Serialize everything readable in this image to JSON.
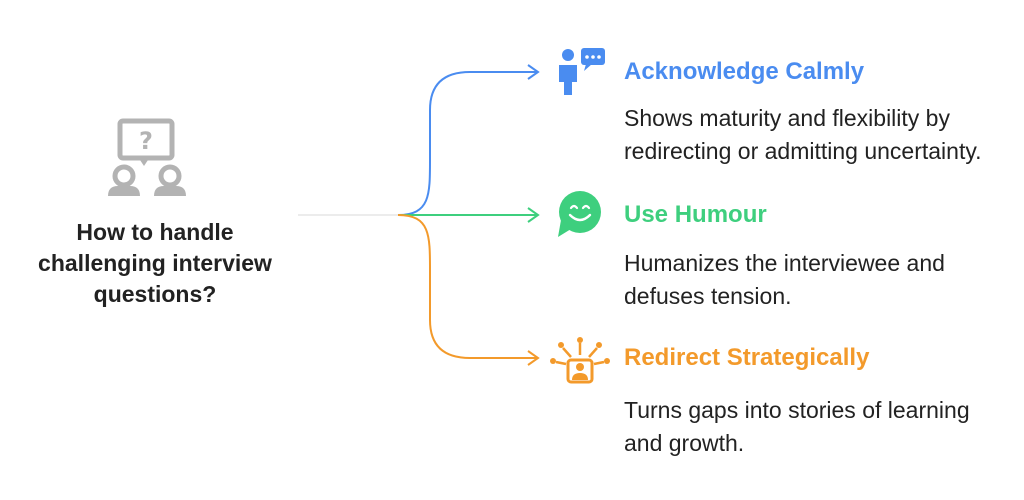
{
  "central": {
    "question": "How to handle challenging interview questions?",
    "icon": "interview-people-question-icon",
    "icon_glyph": "?"
  },
  "branches": [
    {
      "title": "Acknowledge Calmly",
      "description": "Shows maturity and flexibility by redirecting or admitting uncertainty.",
      "color": "#4a8cf0",
      "icon": "person-speech-bubble-icon"
    },
    {
      "title": "Use Humour",
      "description": "Humanizes the interviewee and defuses tension.",
      "color": "#3ecf7e",
      "icon": "smiling-speech-bubble-icon"
    },
    {
      "title": "Redirect Strategically",
      "description": "Turns gaps into stories of learning and growth.",
      "color": "#f39a2b",
      "icon": "person-radiating-ideas-icon"
    }
  ],
  "colors": {
    "text": "#222222",
    "central_icon": "#b3b3b3",
    "stem": "#ececec"
  }
}
